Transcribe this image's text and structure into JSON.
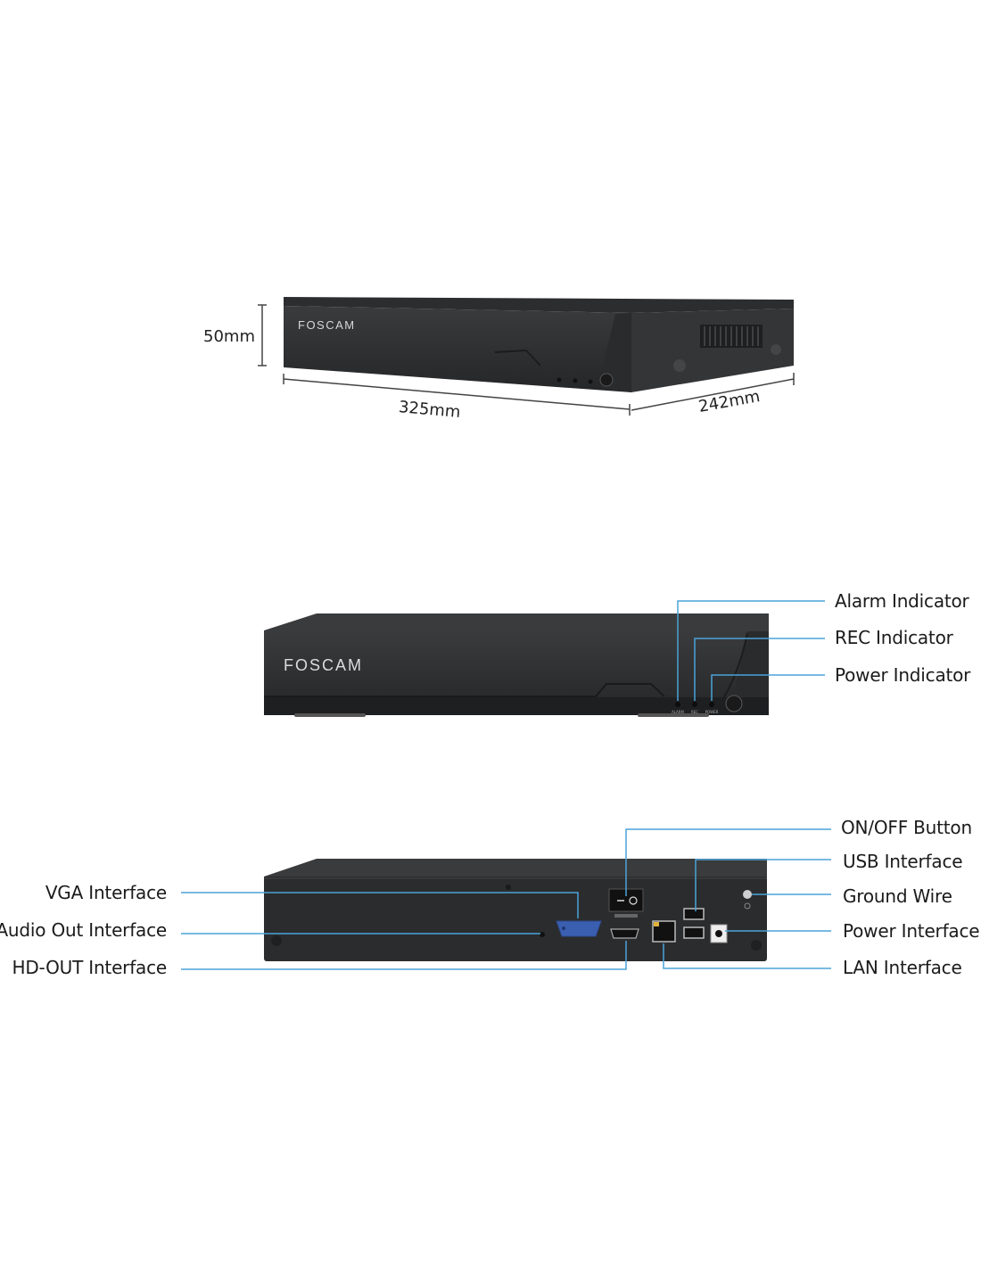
{
  "brand": "FOSCAM",
  "dimensions": {
    "height": "50mm",
    "width": "325mm",
    "depth": "242mm"
  },
  "front_panel_led_labels": [
    "ALARM",
    "REC",
    "POWER"
  ],
  "front_labels": {
    "alarm": "Alarm Indicator",
    "rec": "REC Indicator",
    "power": "Power Indicator"
  },
  "rear_labels": {
    "vga": "VGA Interface",
    "audio_out": "Audio Out Interface",
    "hd_out": "HD-OUT Interface",
    "on_off": "ON/OFF Button",
    "usb": "USB Interface",
    "ground": "Ground Wire",
    "power": "Power Interface",
    "lan": "LAN Interface"
  },
  "colors": {
    "callout_line": "#4aa3d8",
    "device_body": "#2a2b2d",
    "device_top": "#3b3c3e"
  }
}
